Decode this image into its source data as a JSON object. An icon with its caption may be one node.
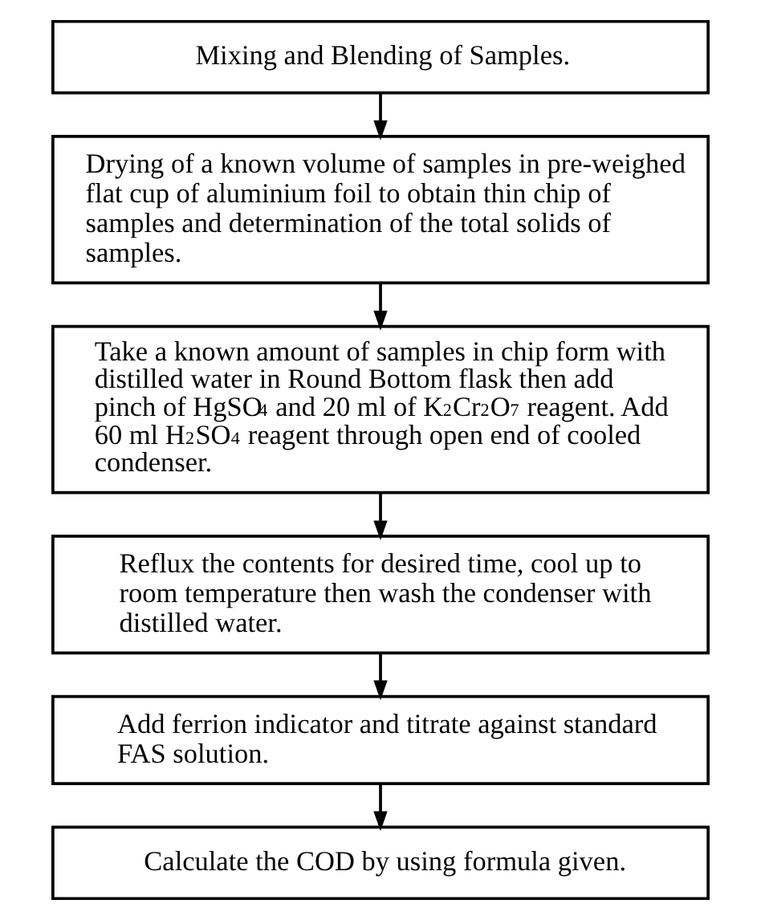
{
  "diagram": {
    "nodes": [
      {
        "text": [
          "Mixing and Blending of Samples."
        ]
      },
      {
        "text": [
          "Drying of a known volume of samples in pre-weighed flat cup of aluminium foil to obtain thin chip of samples and determination of the total solids of samples."
        ]
      },
      {
        "text": [
          "Take a known amount of samples in chip form with distilled water in Round Bottom flask then add pinch of HgSO$_{4}$ and 20 ml of K$_{2}$Cr$_{2}$O$_{7}$ reagent. Add 60 ml H$_{2}$SO$_{4}$ reagent through open end of cooled condenser."
        ]
      },
      {
        "text": [
          "Reflux the contents for desired time, cool up to room temperature then wash the condenser with distilled water."
        ]
      },
      {
        "text": [
          "Add ferrion indicator and titrate against standard FAS solution."
        ]
      },
      {
        "text": [
          "Calculate the COD by using formula given."
        ]
      }
    ],
    "edges": [
      {
        "from": 0,
        "to": 1,
        "arrow": "to"
      },
      {
        "from": 1,
        "to": 2,
        "arrow": "to"
      },
      {
        "from": 2,
        "to": 3,
        "arrow": "to"
      },
      {
        "from": 3,
        "to": 4,
        "arrow": "to"
      },
      {
        "from": 4,
        "to": 5,
        "arrow": "to"
      }
    ]
  }
}
